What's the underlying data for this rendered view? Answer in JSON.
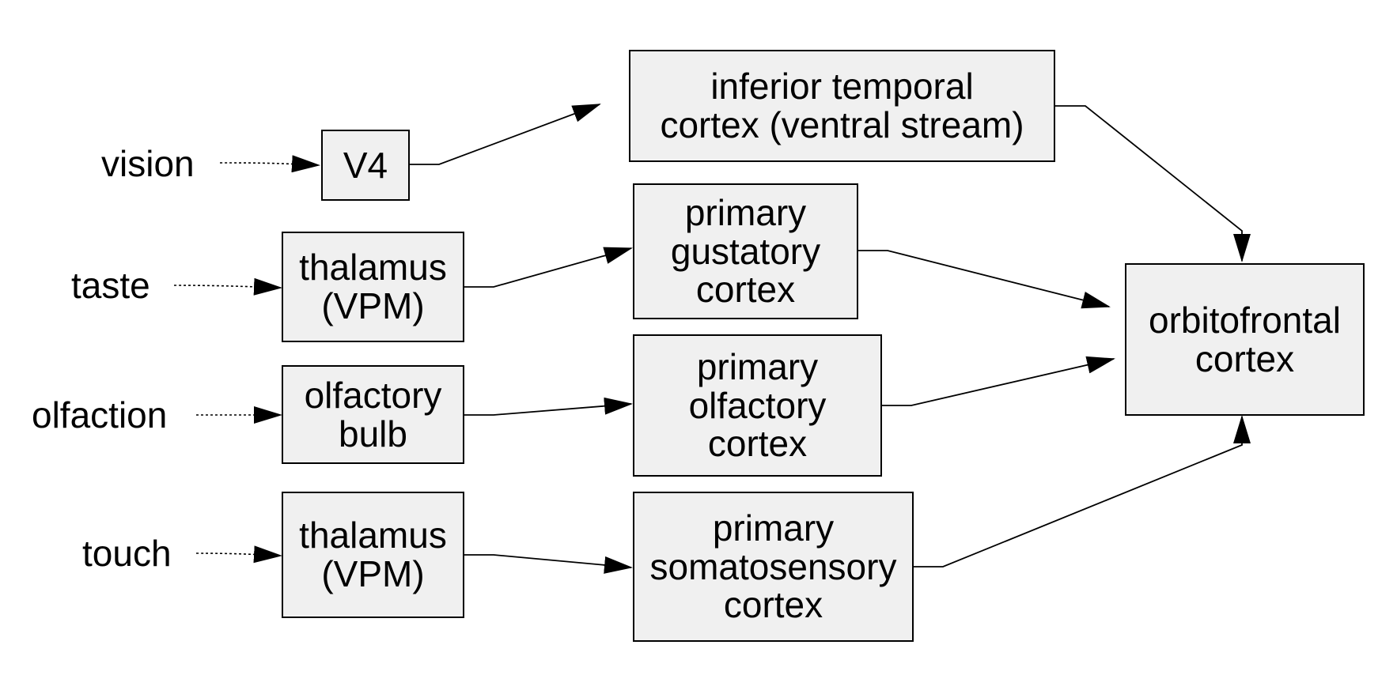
{
  "inputs": {
    "vision": "vision",
    "taste": "taste",
    "olfaction": "olfaction",
    "touch": "touch"
  },
  "boxes": {
    "v4": [
      "V4"
    ],
    "thalamus_taste": [
      "thalamus",
      "(VPM)"
    ],
    "olfactory_bulb": [
      "olfactory",
      "bulb"
    ],
    "thalamus_touch": [
      "thalamus",
      "(VPM)"
    ],
    "inferior_temporal": [
      "inferior temporal",
      "cortex (ventral stream)"
    ],
    "primary_gustatory": [
      "primary",
      "gustatory",
      "cortex"
    ],
    "primary_olfactory": [
      "primary",
      "olfactory",
      "cortex"
    ],
    "primary_somatosensory": [
      "primary",
      "somatosensory",
      "cortex"
    ],
    "orbitofrontal": [
      "orbitofrontal",
      "cortex"
    ]
  },
  "colors": {
    "box_fill": "#f0f0f0",
    "stroke": "#000000",
    "text": "#000000"
  }
}
